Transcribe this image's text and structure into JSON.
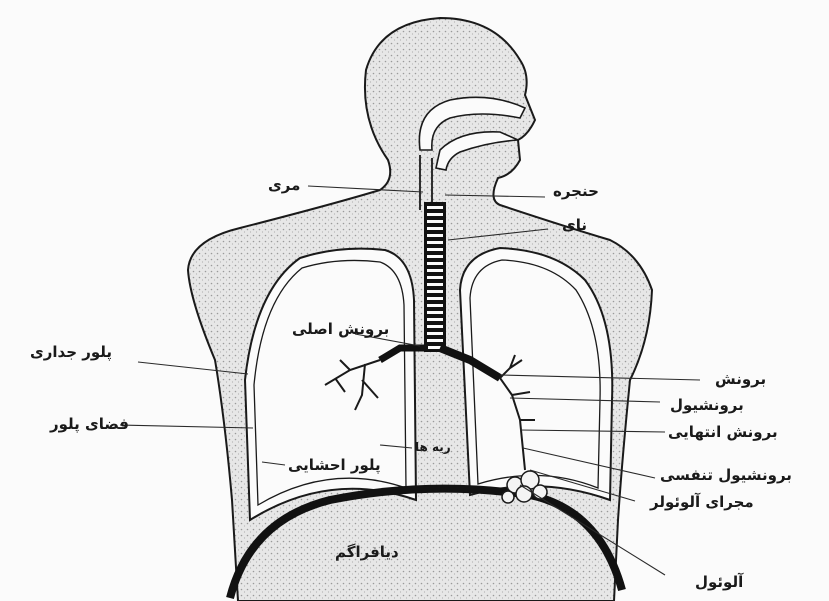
{
  "labels": {
    "esophagus": "مری",
    "larynx": "حنجره",
    "trachea": "نای",
    "main_bronchus": "برونش اصلی",
    "parietal_pleura": "پلور جداری",
    "pleural_space": "فضای پلور",
    "visceral_pleura": "پلور احشایی",
    "lungs": "ریه ها",
    "bronchus": "برونش",
    "bronchiole": "برونشیول",
    "terminal_bronchus": "برونش انتهایی",
    "respiratory_bronchiole": "برونشیول تنفسی",
    "alveolar_duct": "مجرای آلوئولر",
    "diaphragm": "دیافراگم",
    "alveolus": "آلوئول"
  },
  "colors": {
    "ink": "#1a1a1a",
    "stipple": "#bdbdbd",
    "background": "#fbfbfb"
  }
}
